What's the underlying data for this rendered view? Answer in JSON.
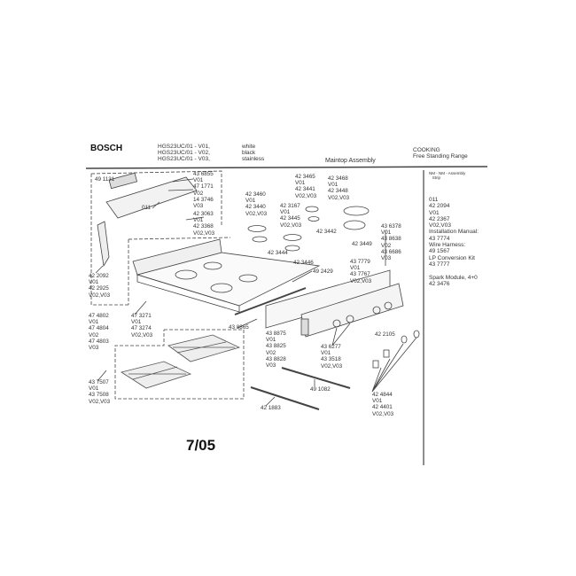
{
  "header": {
    "brand": "BOSCH",
    "models": "HGS23UC/01 - V01,\nHGS23UC/01 - V02,\nHGS23UC/01 - V03,",
    "colors": "white\nblack\nstainless",
    "title": "Maintop Assembly",
    "category": "COOKING\nFree Standing Range"
  },
  "side_panel": {
    "top_note": "NM - NM - Assembly\n   Strip",
    "text": "011\n42 2094\nV01\n42 2367\nV02,V03\nInstallation Manual:\n43 7774\nWire Harness:\n49 1567\nLP Conversion Kit\n43 7777\n\nSpark Module, 4+0\n42 3476"
  },
  "callouts": [
    {
      "id": "c1",
      "text": "49 1131"
    },
    {
      "id": "c2",
      "text": "43 6855\nV01\n47 1771\nV02\n14 3746\nV03"
    },
    {
      "id": "c3",
      "text": "011"
    },
    {
      "id": "c4",
      "text": "42 3063\nV01\n42 3368\nV02,V03"
    },
    {
      "id": "c5",
      "text": "42 2092\nV01\n42 2925\nV02,V03"
    },
    {
      "id": "c6",
      "text": "47 4802\nV01\n47 4804\nV02\n47 4803\nV03"
    },
    {
      "id": "c7",
      "text": "47 3271\nV01\n47 3274\nV02,V03"
    },
    {
      "id": "c8",
      "text": "43 7507\nV01\n43 7508\nV02,V03"
    },
    {
      "id": "c9",
      "text": "42 3460\nV01\n42 3440\nV02,V03"
    },
    {
      "id": "c10",
      "text": "42 3465\nV01\n42 3441\nV02,V03"
    },
    {
      "id": "c11",
      "text": "42 3468\nV01\n42 3448\nV02,V03"
    },
    {
      "id": "c12",
      "text": "42 3167\nV01\n42 3445\nV02,V03"
    },
    {
      "id": "c13",
      "text": "42 3442"
    },
    {
      "id": "c14",
      "text": "42 3449"
    },
    {
      "id": "c15",
      "text": "42 3444"
    },
    {
      "id": "c16",
      "text": "42 3446"
    },
    {
      "id": "c17",
      "text": "43 6378\nV01\n43 8638\nV02\n43 6686\nV03"
    },
    {
      "id": "c18",
      "text": "43 7779\nV01\n43 7767\nV02,V03"
    },
    {
      "id": "c19",
      "text": "49 2429"
    },
    {
      "id": "c20",
      "text": "43 8865"
    },
    {
      "id": "c21",
      "text": "43 8875\nV01\n43 8825\nV02\n43 8828\nV03"
    },
    {
      "id": "c22",
      "text": "43 6277\nV01\n43 3518\nV02,V03"
    },
    {
      "id": "c23",
      "text": "42 2105"
    },
    {
      "id": "c24",
      "text": "49 1082"
    },
    {
      "id": "c25",
      "text": "42 1883"
    },
    {
      "id": "c26",
      "text": "42 4844\nV01\n42 4401\nV02,V03"
    }
  ],
  "footer": {
    "date_code": "7/05"
  }
}
